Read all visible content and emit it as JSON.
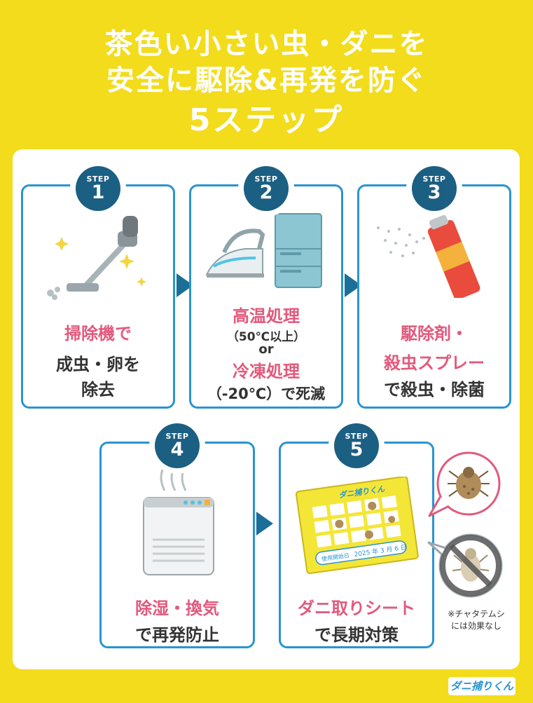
{
  "title": {
    "line1": "茶色い小さい虫・ダニを",
    "line2": "安全に駆除&再発を防ぐ",
    "line3": "5ステップ"
  },
  "step_label": "STEP",
  "steps": [
    {
      "number": "1",
      "lines": [
        "掃除機で",
        "成虫・卵を",
        "除去"
      ],
      "icon": "vacuum-cleaner"
    },
    {
      "number": "2",
      "lines": [
        "高温処理",
        "（50℃以上）",
        "or",
        "冷凍処理",
        "（-20℃）で死滅"
      ],
      "icon": "iron-and-refrigerator"
    },
    {
      "number": "3",
      "lines": [
        "駆除剤・",
        "殺虫スプレー",
        "で殺虫・除菌"
      ],
      "icon": "insecticide-spray"
    },
    {
      "number": "4",
      "lines": [
        "除湿・換気",
        "で再発防止"
      ],
      "icon": "air-purifier"
    },
    {
      "number": "5",
      "lines": [
        "ダニ取りシート",
        "で長期対策"
      ],
      "icon": "mite-trap-sheet"
    }
  ],
  "sheet": {
    "brand": "ダニ捕りくん",
    "date_label": "使用開始日",
    "date_value": "2025 年 3 月 6 日"
  },
  "note": [
    "※チャタテムシ",
    "には効果なし"
  ],
  "logo": "ダニ捕りくん",
  "colors": {
    "background": "#f2dc1c",
    "card_border": "#2a94d0",
    "badge": "#1b5f83",
    "highlight": "#e2597c"
  }
}
